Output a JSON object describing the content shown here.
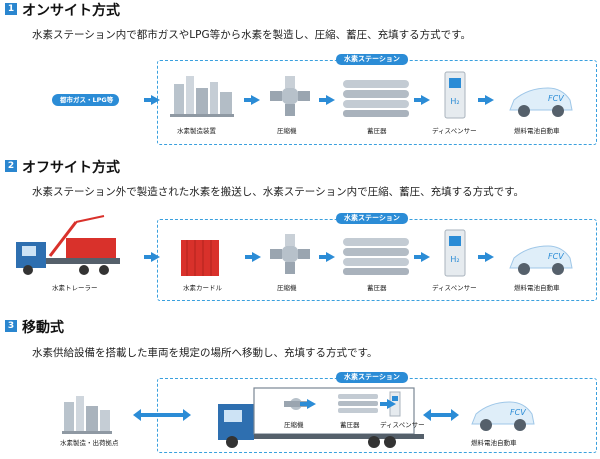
{
  "sections": [
    {
      "number": "1",
      "title": "オンサイト方式",
      "description": "水素ステーション内で都市ガスやLPG等から水素を製造し、圧縮、蓄圧、充填する方式です。",
      "station_label": "水素ステーション",
      "source_label": "都市ガス・LPG等",
      "captions": [
        "水素製造装置",
        "圧縮機",
        "蓄圧器",
        "ディスペンサー",
        "燃料電池自動車"
      ]
    },
    {
      "number": "2",
      "title": "オフサイト方式",
      "description": "水素ステーション外で製造された水素を搬送し、水素ステーション内で圧縮、蓄圧、充填する方式です。",
      "station_label": "水素ステーション",
      "captions": [
        "水素トレーラー",
        "水素カードル",
        "圧縮機",
        "蓄圧器",
        "ディスペンサー",
        "燃料電池自動車"
      ]
    },
    {
      "number": "3",
      "title": "移動式",
      "description": "水素供給設備を搭載した車両を規定の場所へ移動し、充填する方式です。",
      "station_label": "水素ステーション",
      "captions": [
        "水素製造・出荷拠点",
        "圧縮機",
        "蓄圧器",
        "ディスペンサー",
        "燃料電池自動車"
      ]
    }
  ],
  "icon_text": {
    "fcv": "FCV",
    "h2": "H₂"
  },
  "colors": {
    "accent": "#2b8cd6",
    "dash": "#3aa0de",
    "red": "#d9312b"
  }
}
